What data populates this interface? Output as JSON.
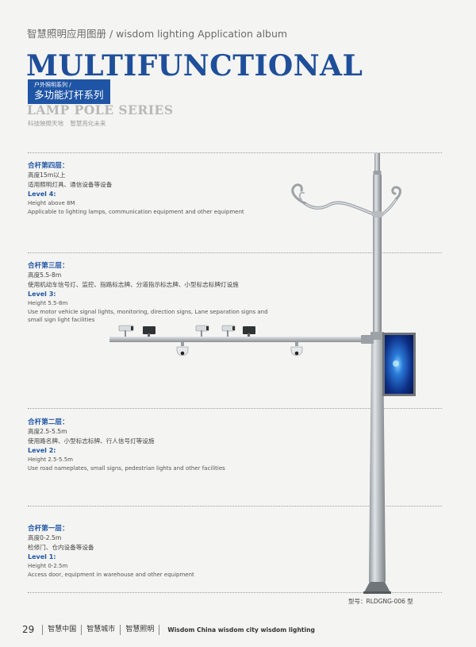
{
  "header": {
    "album_title": "智慧照明应用图册 / wisdom lighting Application album",
    "main_title": "MULTIFUNCTIONAL",
    "series_small": "户外照明系列 /",
    "series_main": "多功能灯杆系列",
    "sub_title": "LAMP POLE SERIES",
    "slogan": "科技映照天地 智慧亮化未来"
  },
  "levels": [
    {
      "cn_title": "合杆第四层：",
      "cn_lines": [
        "高度15m以上",
        "适用照明灯具、通信设备等设备"
      ],
      "en_title": "Level 4:",
      "en_lines": [
        "Height above 8M",
        "Applicable to lighting lamps, communication equipment and other equipment"
      ]
    },
    {
      "cn_title": "合杆第三层：",
      "cn_lines": [
        "高度5.5-8m",
        "使用机动车信号灯、监控、指路标志牌、分道指示标志牌、小型标志标牌灯设施"
      ],
      "en_title": "Level 3:",
      "en_lines": [
        "Height 5.5-8m",
        "Use motor vehicle signal lights, monitoring, direction signs, Lane separation signs and",
        "small sign light facilities"
      ]
    },
    {
      "cn_title": "合杆第二层：",
      "cn_lines": [
        "高度2.5-5.5m",
        "使用路名牌、小型标志标牌、行人信号灯等设施"
      ],
      "en_title": "Level 2:",
      "en_lines": [
        "Height 2.5-5.5m",
        "Use road nameplates, small signs, pedestrian lights and other facilities"
      ]
    },
    {
      "cn_title": "合杆第一层：",
      "cn_lines": [
        "高度0-2.5m",
        "检修门、仓内设备等设备"
      ],
      "en_title": "Level 1:",
      "en_lines": [
        "Height 0-2.5m",
        "Access door, equipment in warehouse and other equipment"
      ]
    }
  ],
  "model_label": "型号：RLDGNG-006 型",
  "footer": {
    "page_number": "29",
    "nav": [
      "智慧中国",
      "智慧城市",
      "智慧照明"
    ],
    "english": "Wisdom China  wisdom city  wisdom lighting"
  }
}
